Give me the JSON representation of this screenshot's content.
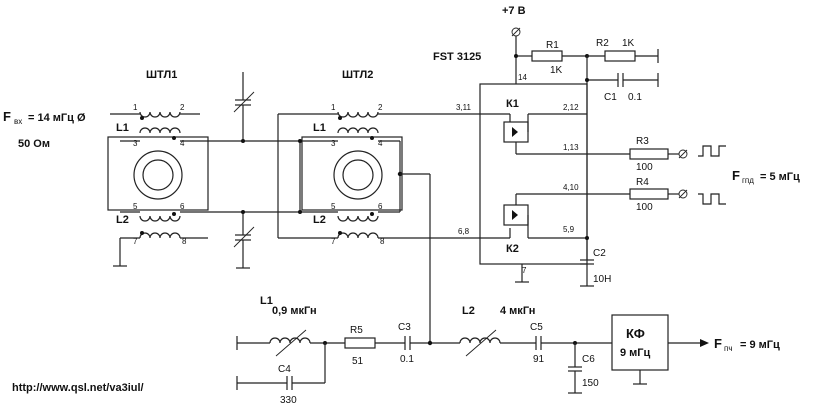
{
  "top": {
    "supply": "+7 В",
    "chip": "FST 3125"
  },
  "mixer": {
    "shtl1": "ШТЛ1",
    "shtl2": "ШТЛ2",
    "fin_main": "F",
    "fin_sub": "вх",
    "fin_rest": "= 14 мГц Ø",
    "impedance": "50 Ом",
    "l1_a": "L1",
    "l2_a": "L2",
    "l1_b": "L1",
    "l2_b": "L2",
    "pins_t1": [
      "1",
      "2",
      "3",
      "4",
      "5",
      "6",
      "7",
      "8"
    ],
    "pins_t2": [
      "1",
      "2",
      "3",
      "4",
      "5",
      "6",
      "7",
      "8"
    ]
  },
  "chip": {
    "k1": "К1",
    "k2": "К2",
    "pin14": "14",
    "pin7": "7",
    "p311": "3,11",
    "p68": "6,8",
    "p212": "2,12",
    "p113": "1,13",
    "p410": "4,10",
    "p59": "5,9"
  },
  "parts": {
    "r1": "R1",
    "r1v": "1K",
    "r2": "R2",
    "r2v": "1K",
    "c1": "C1",
    "c1v": "0.1",
    "r3": "R3",
    "r3v": "100",
    "r4": "R4",
    "r4v": "100",
    "c2": "C2",
    "c2v": "10Н"
  },
  "fgpd": {
    "main": "F",
    "sub": "гпд",
    "rest": "= 5 мГц"
  },
  "bottom": {
    "l1": "L1",
    "l1v": "0,9 мкГн",
    "r5": "R5",
    "r5v": "51",
    "c3": "C3",
    "c3v": "0.1",
    "l2": "L2",
    "l2v": "4 мкГн",
    "c5": "C5",
    "c5v": "91",
    "c6": "C6",
    "c6v": "150",
    "c4": "C4",
    "c4v": "330",
    "kf": "КФ",
    "kfv": "9 мГц",
    "fout_main": "F",
    "fout_sub": "пч",
    "fout_rest": "= 9 мГц"
  },
  "url": "http://www.qsl.net/va3iul/"
}
